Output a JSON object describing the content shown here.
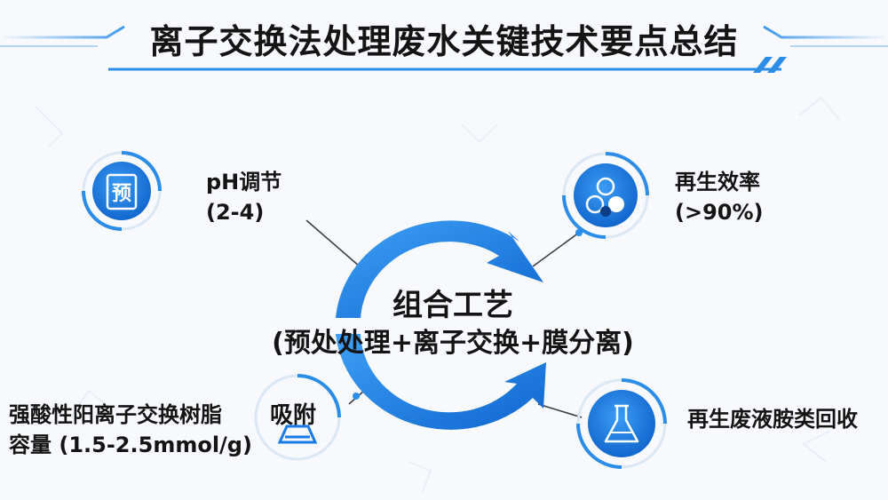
{
  "title": "离子交换法处理废水关键技术要点总结",
  "center": {
    "line1": "组合工艺",
    "line2": "(预处处理+离子交换+膜分离)"
  },
  "nodes": {
    "top_left": {
      "icon": "document-icon",
      "icon_glyph": "预",
      "line1": "pH调节",
      "line2": "(2-4)"
    },
    "top_right": {
      "icon": "molecules-icon",
      "line1": "再生效率",
      "line2": "(>90%)"
    },
    "bottom_left": {
      "icon": "tray-icon",
      "icon_text": "吸附",
      "line1": "强酸性阳离子交换树脂",
      "line2": "容量 (1.5-2.5mmol/g)"
    },
    "bottom_right": {
      "icon": "flask-icon",
      "line1": "再生废液胺类回收"
    }
  },
  "colors": {
    "primary": "#1a7ae6",
    "dark": "#0d5fc4",
    "light": "#3ea0f5",
    "ring": "#dbe7f4"
  }
}
